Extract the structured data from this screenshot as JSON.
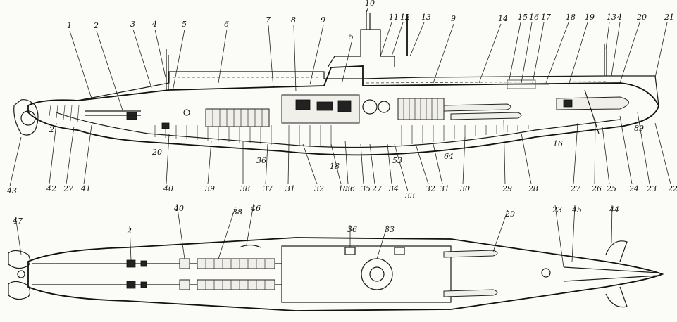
{
  "side_view": {
    "top_labels": [
      "1",
      "2",
      "3",
      "4",
      "5",
      "6",
      "7",
      "8",
      "9",
      "10",
      "11",
      "12",
      "13",
      "5",
      "9",
      "14",
      "15",
      "16",
      "17",
      "18",
      "19",
      "13",
      "4",
      "20",
      "21"
    ],
    "bottom_labels": [
      "43",
      "42",
      "27",
      "41",
      "40",
      "39",
      "38",
      "37",
      "31",
      "32",
      "18",
      "36",
      "35",
      "27",
      "34",
      "33",
      "32",
      "31",
      "30",
      "29",
      "28",
      "27",
      "26",
      "25",
      "24",
      "23",
      "22"
    ],
    "inner_labels": [
      "2",
      "20",
      "36",
      "18",
      "53",
      "64",
      "16",
      "89"
    ]
  },
  "plan_view": {
    "labels": [
      "47",
      "2",
      "40",
      "38",
      "46",
      "36",
      "33",
      "29",
      "23",
      "45",
      "44"
    ]
  }
}
